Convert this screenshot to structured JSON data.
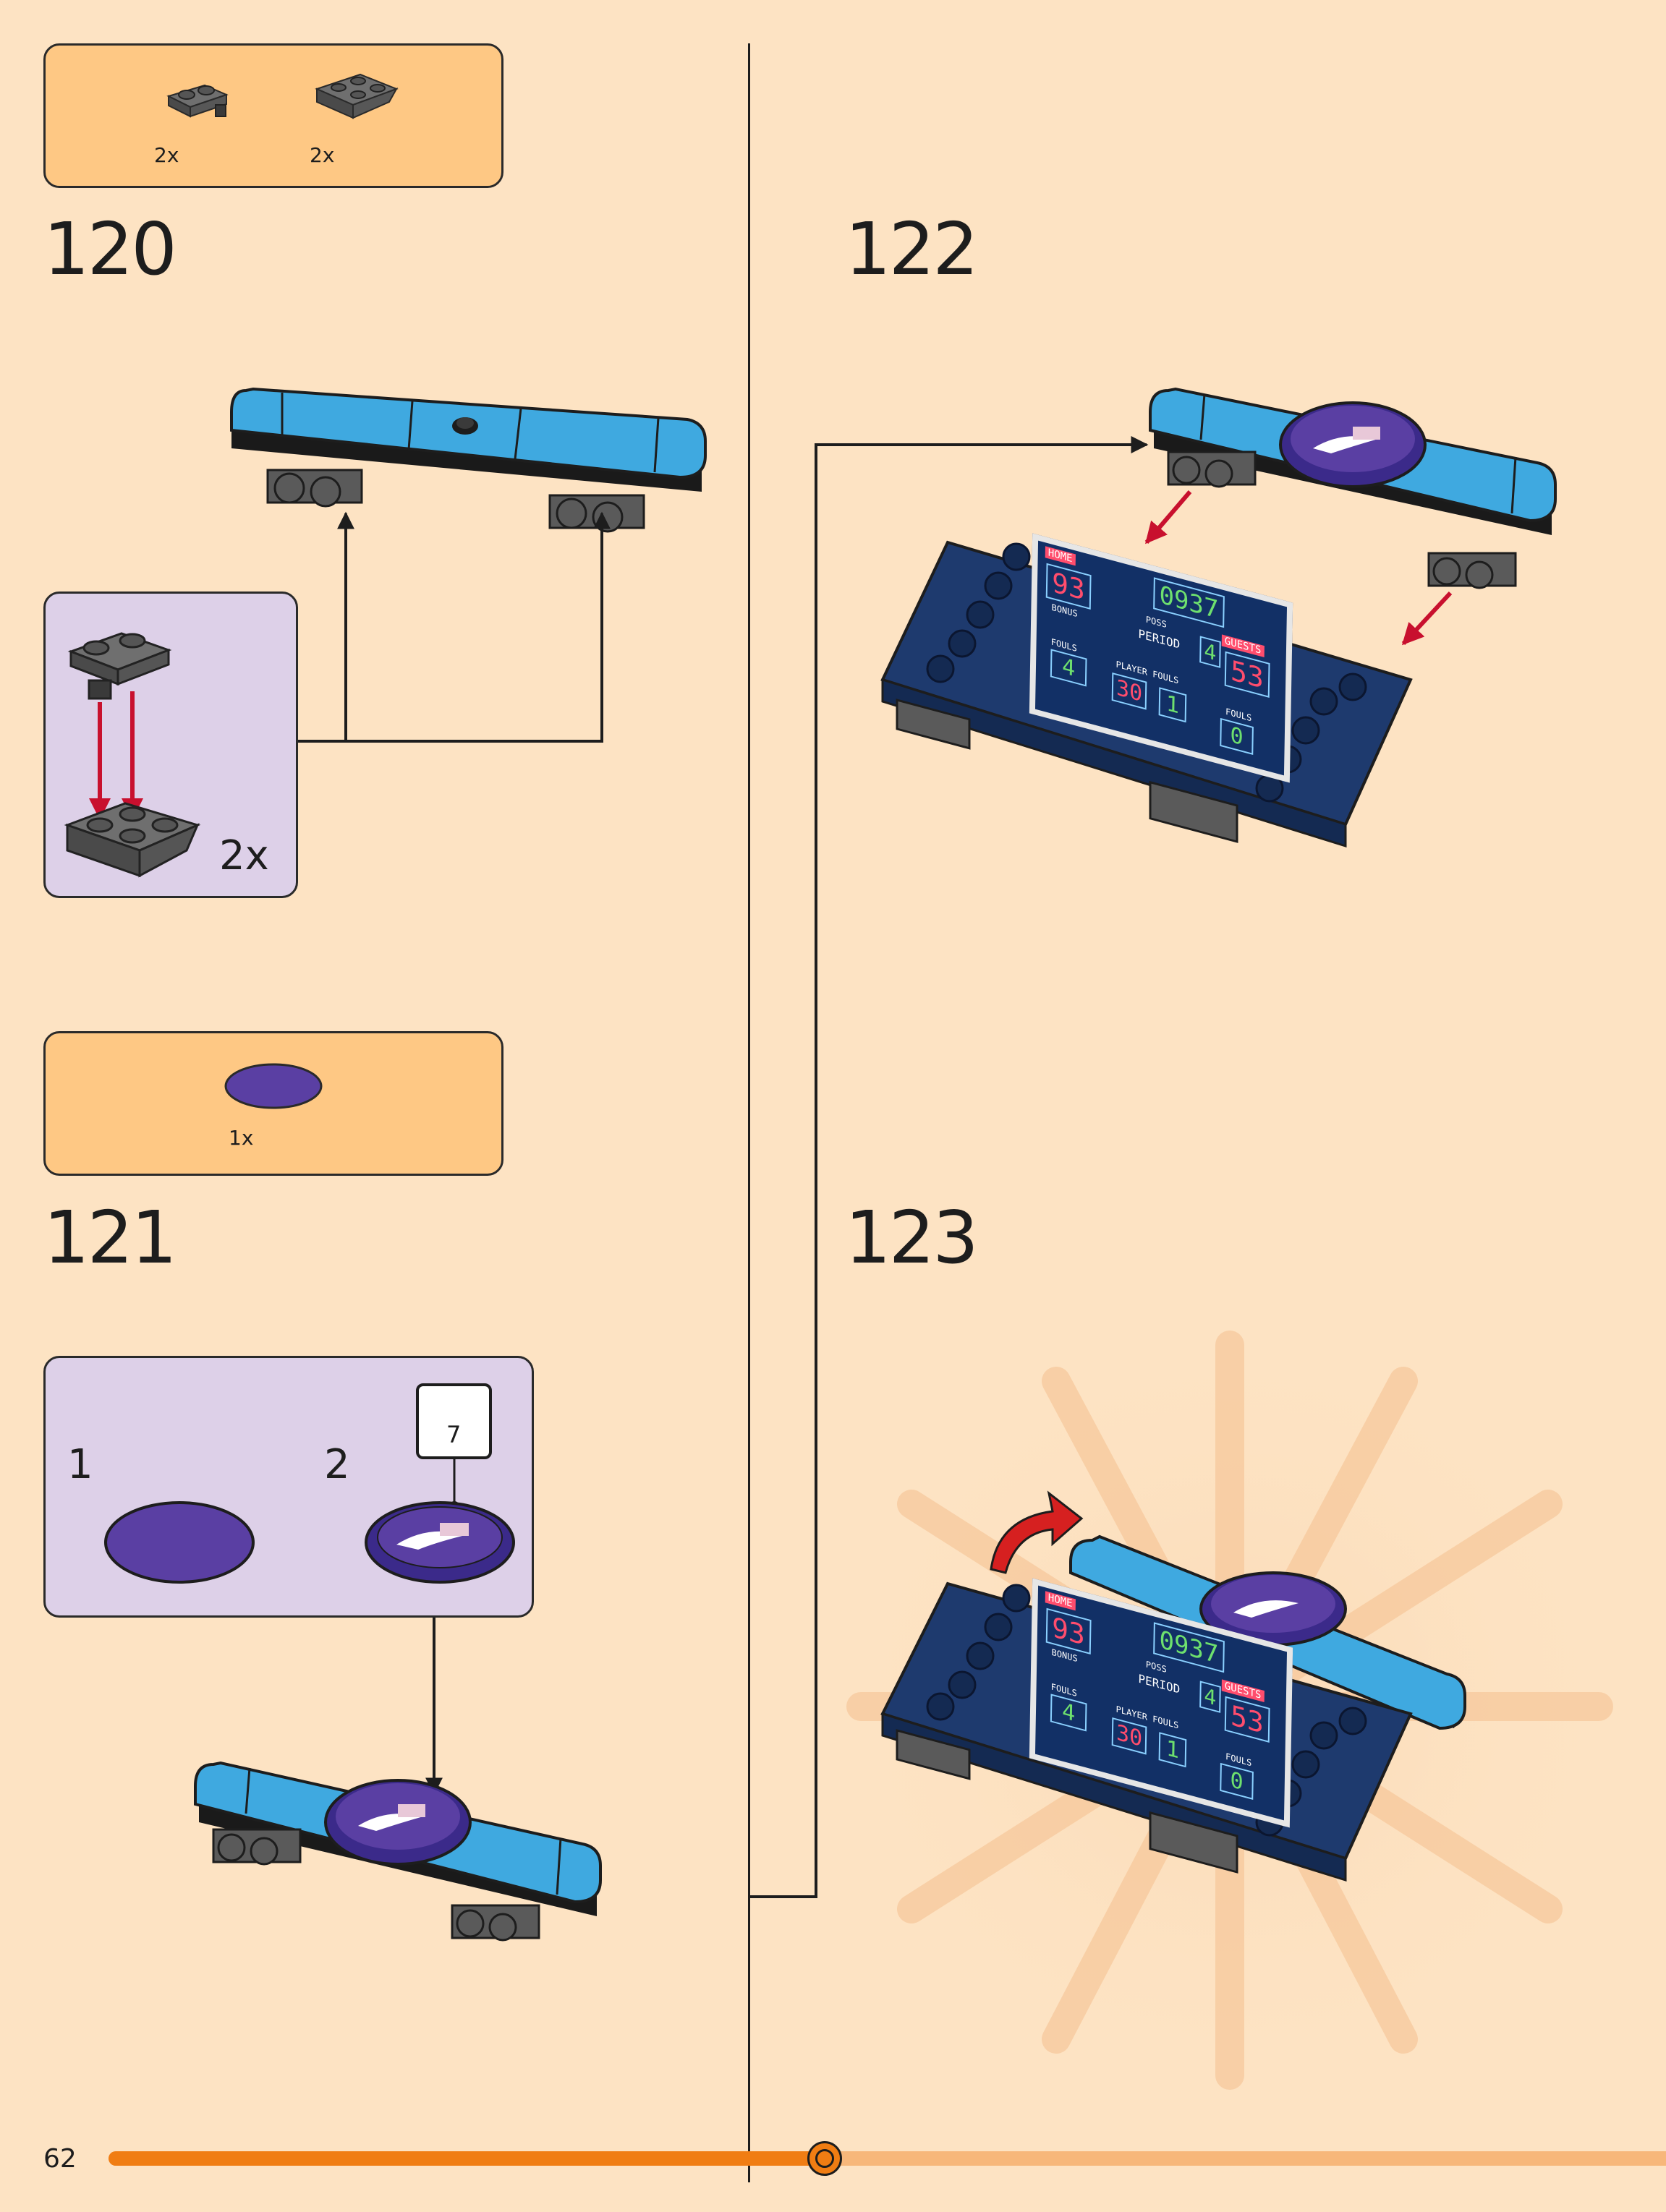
{
  "page": {
    "number": "62",
    "progress_percent": 46
  },
  "steps": [
    {
      "number": "120",
      "parts": [
        {
          "qty": "2x",
          "icon": "grey-hinge-plate-1x2-icon"
        },
        {
          "qty": "2x",
          "icon": "grey-inverted-slope-2x2-icon"
        }
      ],
      "subassembly_qty": "2x"
    },
    {
      "number": "121",
      "parts": [
        {
          "qty": "1x",
          "icon": "purple-round-tile-2x2-icon"
        }
      ],
      "sub_steps": [
        "1",
        "2"
      ],
      "sticker": "7"
    },
    {
      "number": "122"
    },
    {
      "number": "123"
    }
  ],
  "scoreboard": {
    "home_label": "HOME",
    "home_score": "93",
    "clock": "0937",
    "guests_label": "GUESTS",
    "guests_score": "53",
    "poss_label": "POSS",
    "period_label": "PERIOD",
    "period": "4",
    "bonus_label": "BONUS",
    "fouls_label": "FOULS",
    "home_fouls": "4",
    "player_fouls_label": "PLAYER FOULS",
    "player_fouls": "30",
    "player_number": "1",
    "guest_fouls": "0"
  },
  "colors": {
    "background": "#fde3c3",
    "parts_box": "#fec884",
    "sub_box": "#ddd0e8",
    "progress": "#f07d13",
    "arrow_red": "#c8102e"
  }
}
